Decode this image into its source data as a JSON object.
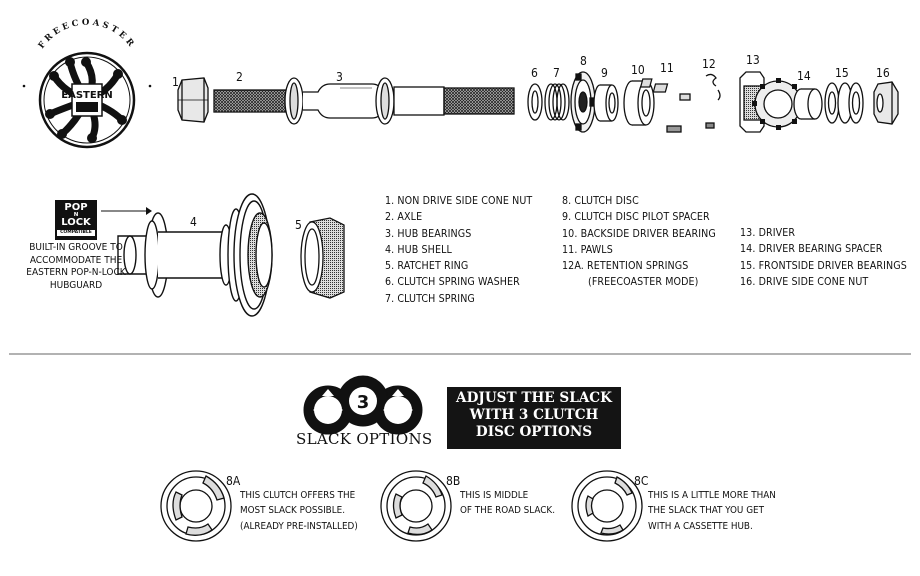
{
  "logo": {
    "ring_text": "FREECOASTER",
    "mark": "EASTERN"
  },
  "part_numbers": [
    "1",
    "2",
    "3",
    "6",
    "7",
    "8",
    "9",
    "10",
    "11",
    "12",
    "13",
    "14",
    "15",
    "16",
    "4",
    "5"
  ],
  "legend": {
    "col1": [
      "1. NON DRIVE SIDE CONE NUT",
      "2. AXLE",
      "3. HUB BEARINGS",
      "4. HUB SHELL",
      "5. RATCHET RING",
      "6. CLUTCH SPRING WASHER",
      "7. CLUTCH SPRING"
    ],
    "col2": [
      "8. CLUTCH DISC",
      "9. CLUTCH DISC PILOT SPACER",
      "10. BACKSIDE DRIVER BEARING",
      "11. PAWLS",
      "12A. RETENTION SPRINGS"
    ],
    "col2_cont": "(FREECOASTER MODE)",
    "col3": [
      "13. DRIVER",
      "14. DRIVER BEARING SPACER",
      "15. FRONTSIDE DRIVER BEARINGS",
      "16. DRIVE SIDE CONE NUT"
    ]
  },
  "pop_lock": {
    "badge_line1": "POP",
    "badge_line2": "N",
    "badge_line3": "LOCK",
    "badge_line4": "COMPATIBLE",
    "caption": [
      "BUILT-IN GROOVE TO",
      "ACCOMMODATE THE",
      "EASTERN POP-N-LOCK",
      "HUBGUARD"
    ]
  },
  "slack": {
    "badge_number": "3",
    "label": "SLACK OPTIONS",
    "headline": [
      "ADJUST THE SLACK",
      "WITH 3 CLUTCH",
      "DISC OPTIONS"
    ]
  },
  "clutch_options": [
    {
      "label": "8A",
      "text": [
        "THIS CLUTCH OFFERS THE",
        "MOST SLACK POSSIBLE.",
        "(ALREADY PRE-INSTALLED)"
      ]
    },
    {
      "label": "8B",
      "text": [
        "THIS IS MIDDLE",
        "OF THE ROAD SLACK."
      ]
    },
    {
      "label": "8C",
      "text": [
        "THIS IS A LITTLE MORE THAN",
        "THE SLACK THAT YOU GET",
        "WITH A CASSETTE HUB."
      ]
    }
  ]
}
